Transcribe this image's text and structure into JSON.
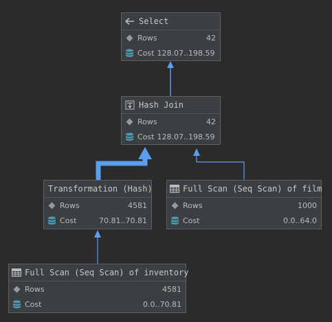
{
  "colors": {
    "edge": "#5c9ded",
    "background": "#2b2b2b",
    "node": "#3c3f41",
    "db_icon": "#4a9bb5"
  },
  "nodes": {
    "select": {
      "title": "Select",
      "icon": "back-arrow-icon",
      "rows_label": "Rows",
      "rows_value": "42",
      "cost_label": "Cost",
      "cost_value": "128.07..198.59"
    },
    "hash_join": {
      "title": "Hash Join",
      "icon": "hash-join-icon",
      "rows_label": "Rows",
      "rows_value": "42",
      "cost_label": "Cost",
      "cost_value": "128.07..198.59"
    },
    "transformation": {
      "title": "Transformation (Hash)",
      "rows_label": "Rows",
      "rows_value": "4581",
      "cost_label": "Cost",
      "cost_value": "70.81..70.81"
    },
    "scan_film": {
      "title": "Full Scan (Seq Scan) of film",
      "icon": "table-icon",
      "rows_label": "Rows",
      "rows_value": "1000",
      "cost_label": "Cost",
      "cost_value": "0.0..64.0"
    },
    "scan_inventory": {
      "title": "Full Scan (Seq Scan) of inventory",
      "icon": "table-icon",
      "rows_label": "Rows",
      "rows_value": "4581",
      "cost_label": "Cost",
      "cost_value": "0.0..70.81"
    }
  }
}
